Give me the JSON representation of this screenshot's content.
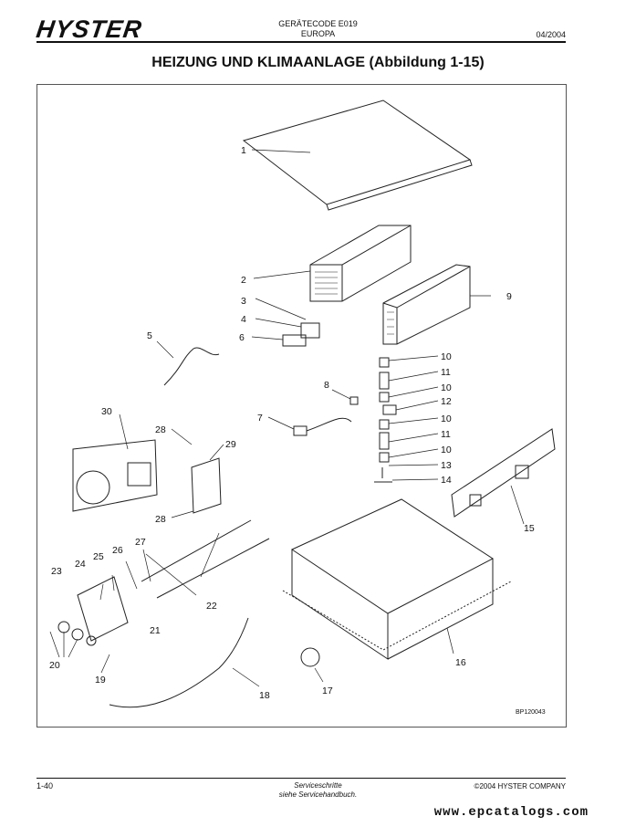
{
  "header": {
    "brand": "HYSTER",
    "code_line1": "GERÄTECODE E019",
    "code_line2": "EUROPA",
    "date": "04/2004"
  },
  "title": "HEIZUNG UND KLIMAANLAGE (Abbildung 1-15)",
  "figure": {
    "id": "BP120043",
    "callouts": [
      "1",
      "2",
      "3",
      "4",
      "5",
      "6",
      "7",
      "8",
      "9",
      "10",
      "11",
      "12",
      "13",
      "14",
      "15",
      "16",
      "17",
      "18",
      "19",
      "20",
      "21",
      "22",
      "23",
      "24",
      "25",
      "26",
      "27",
      "28",
      "29",
      "30"
    ]
  },
  "footer": {
    "page": "1-40",
    "mid_line1": "Serviceschritte",
    "mid_line2": "siehe Servicehandbuch.",
    "copyright": "©2004 HYSTER COMPANY"
  },
  "watermark": "www.epcatalogs.com"
}
